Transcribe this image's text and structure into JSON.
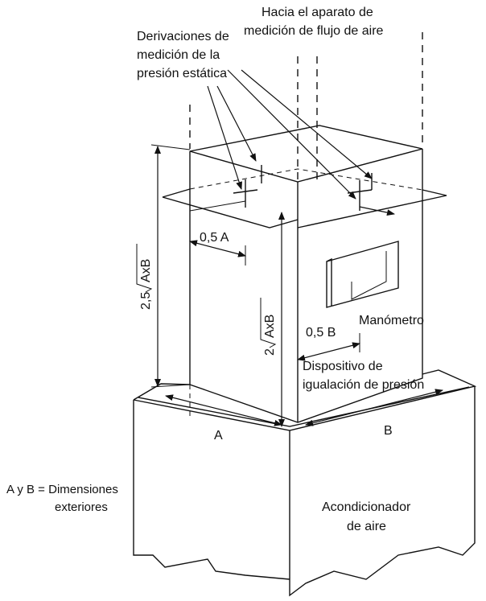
{
  "labels": {
    "airflow_top_1": "Hacia el aparato de",
    "airflow_top_2": "medición de flujo de aire",
    "taps_1": "Derivaciones de",
    "taps_2": "medición de la",
    "taps_3": "presión estática",
    "dim_half_a": "0,5 A",
    "dim_half_b": "0,5 B",
    "dim_25_coef": "2,5",
    "dim_25_root": "AxB",
    "dim_2_coef": "2",
    "dim_2_root": "AxB",
    "manometer": "Manómetro",
    "equalizer_1": "Dispositivo de",
    "equalizer_2": "igualación de presión",
    "dim_a": "A",
    "dim_b": "B",
    "legend_1": "A y B = Dimensiones",
    "legend_2": "exteriores",
    "unit_1": "Acondicionador",
    "unit_2": "de aire"
  }
}
